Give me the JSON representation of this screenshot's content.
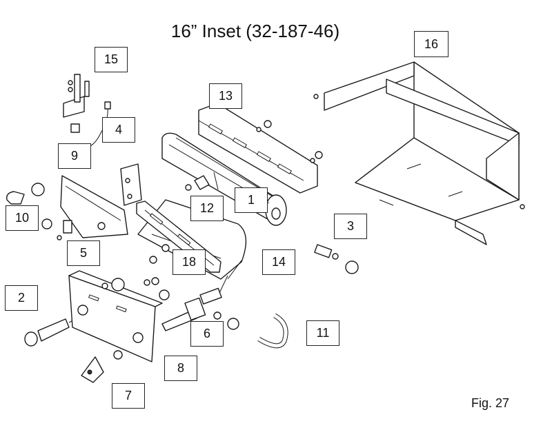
{
  "title": "16” Inset (32-187-46)",
  "figure_label": "Fig. 27",
  "callouts": [
    "1",
    "2",
    "3",
    "4",
    "5",
    "6",
    "7",
    "8",
    "9",
    "10",
    "11",
    "12",
    "13",
    "14",
    "15",
    "16",
    "18"
  ]
}
